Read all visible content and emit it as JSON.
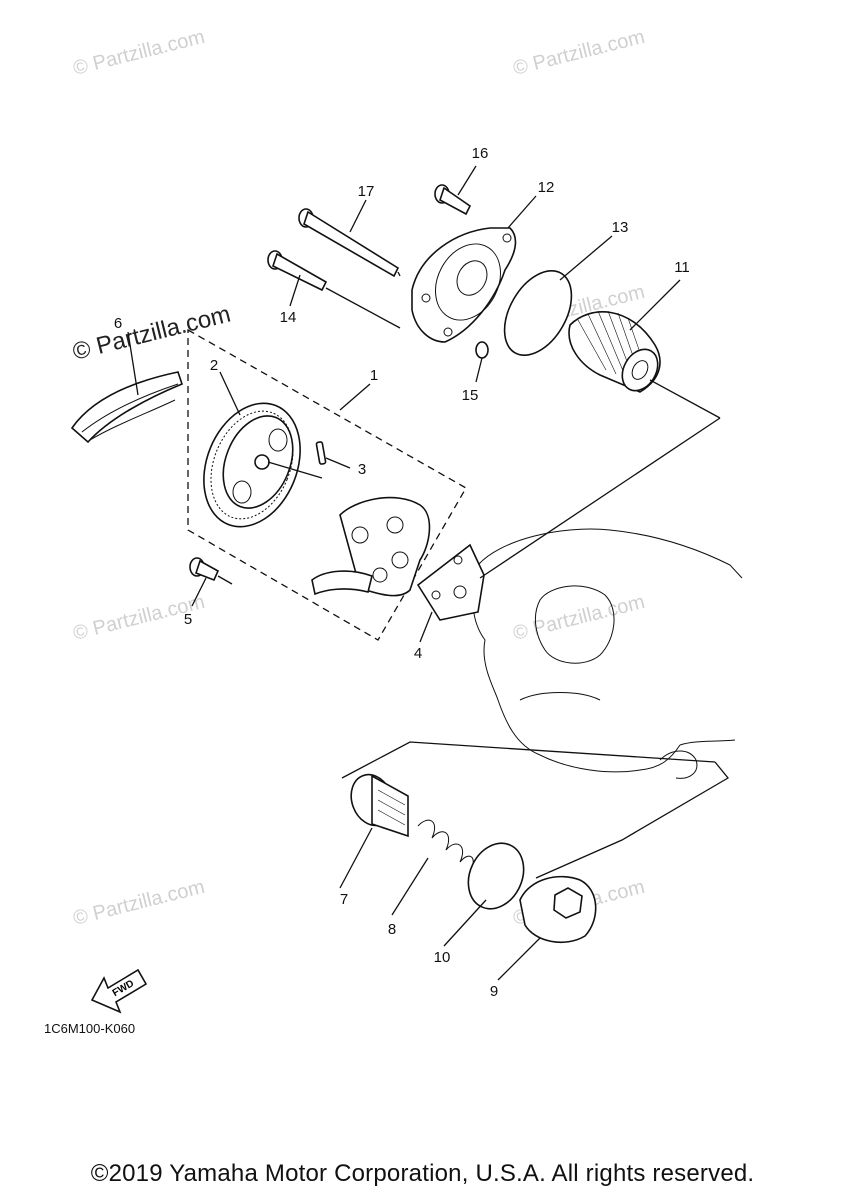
{
  "watermark": "© Partzilla.com",
  "callouts": {
    "c1": "1",
    "c2": "2",
    "c3": "3",
    "c4": "4",
    "c5": "5",
    "c6": "6",
    "c7": "7",
    "c8": "8",
    "c9": "9",
    "c10": "10",
    "c11": "11",
    "c12": "12",
    "c13": "13",
    "c14": "14",
    "c15": "15",
    "c16": "16",
    "c17": "17"
  },
  "fwd_label": "FWD",
  "diagram_code": "1C6M100-K060",
  "copyright": "©2019 Yamaha Motor Corporation, U.S.A. All rights reserved."
}
